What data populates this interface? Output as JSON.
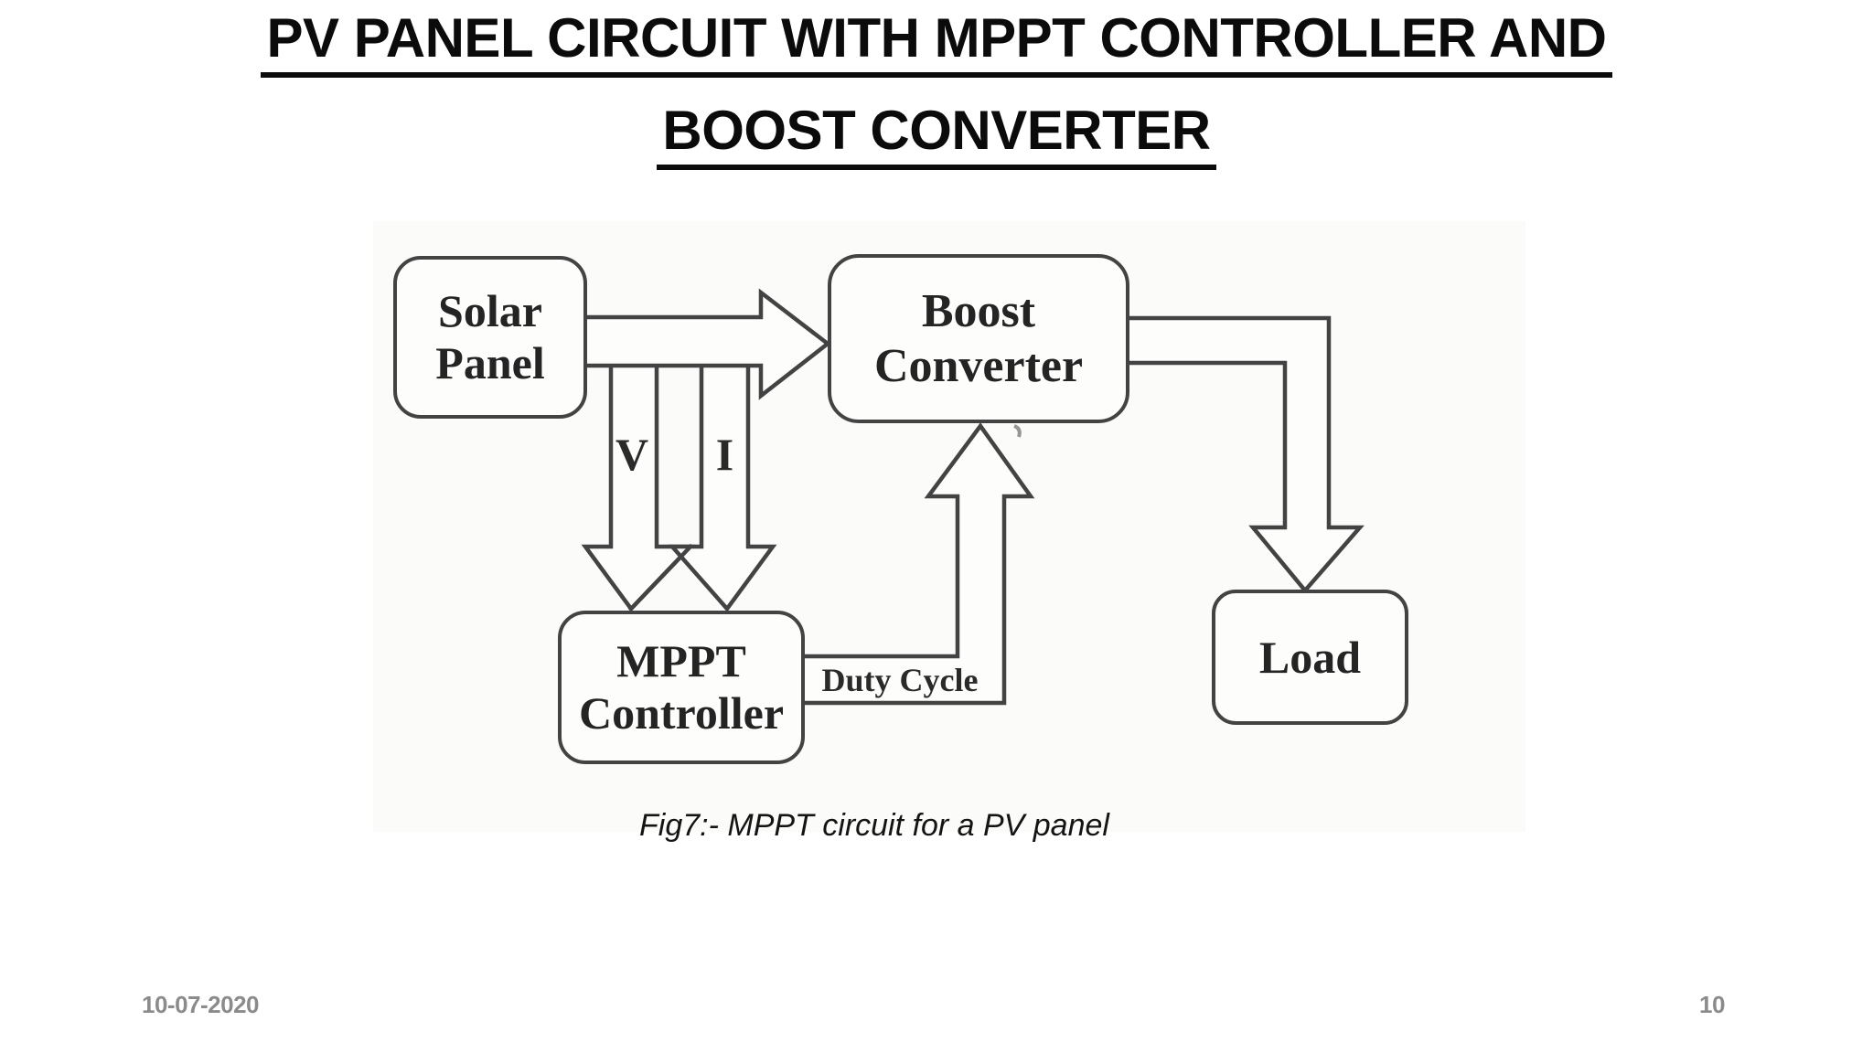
{
  "slide": {
    "title": {
      "line1": "PV PANEL CIRCUIT WITH MPPT CONTROLLER AND",
      "line2": "BOOST CONVERTER"
    },
    "figure": {
      "blocks": {
        "solar": {
          "line1": "Solar",
          "line2": "Panel"
        },
        "boost": {
          "line1": "Boost",
          "line2": "Converter"
        },
        "mppt": {
          "line1": "MPPT",
          "line2": "Controller"
        },
        "load": {
          "line1": "Load"
        }
      },
      "arrow_labels": {
        "voltage": "V",
        "current": "I",
        "duty_cycle": "Duty Cycle"
      },
      "caption": "Fig7:- MPPT circuit for a PV panel"
    },
    "footer": {
      "date": "10-07-2020",
      "page_number": "10"
    },
    "colors": {
      "diagram_line": "#434343",
      "box_text": "#242424",
      "title_text": "#0b0b0b",
      "footer_text": "#8b8b8b",
      "background": "#ffffff"
    }
  }
}
